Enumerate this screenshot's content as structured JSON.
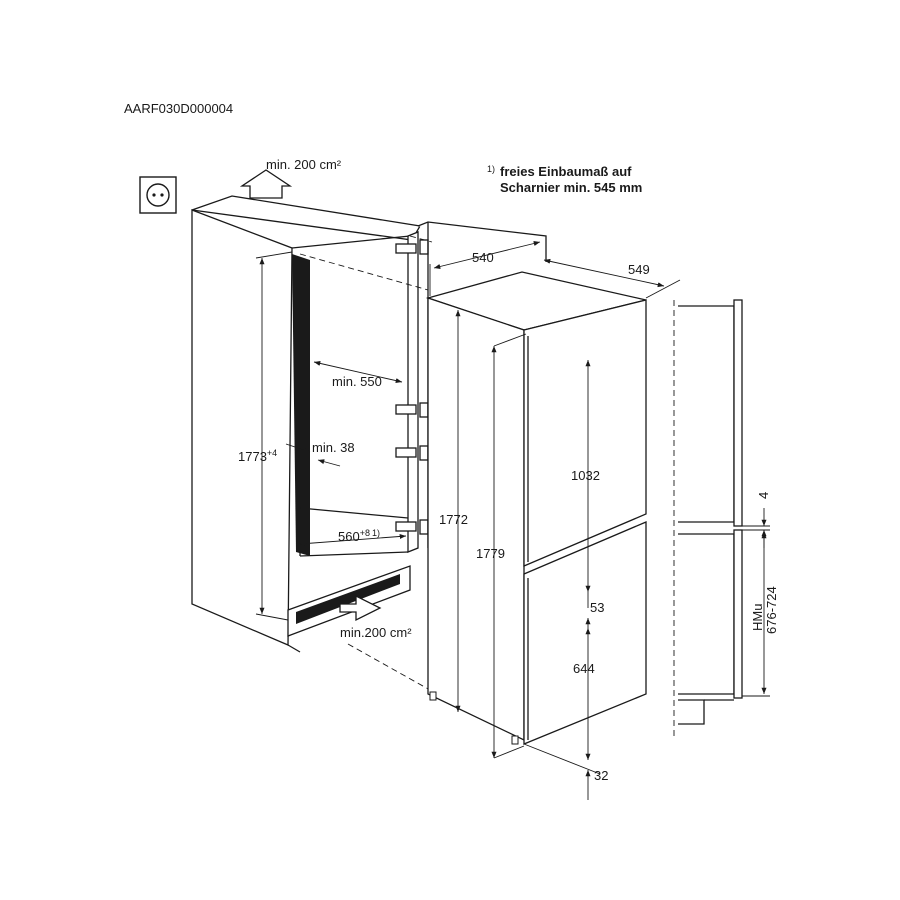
{
  "figure": {
    "code": "AARF030D000004",
    "footnote": {
      "marker": "1)",
      "line1": "freies Einbaumaß auf",
      "line2": "Scharnier min. 545 mm"
    },
    "ventilation_top": "min. 200 cm²",
    "ventilation_bottom": "min.200 cm²"
  },
  "dimensions": {
    "niche_height": "1773",
    "niche_height_tol": "+4",
    "niche_depth": "min. 550",
    "side_gap": "min. 38",
    "niche_width": "560",
    "niche_width_tol": "+8",
    "niche_width_note": "1)",
    "appliance_depth": "540",
    "depth_with_door": "549",
    "appliance_height": "1772",
    "height_with_door": "1779",
    "upper_door": "1032",
    "door_gap": "53",
    "lower_door": "644",
    "bottom_offset": "32",
    "furniture_gap": "4",
    "furniture_door_label": "HMu",
    "furniture_door_range": "676-724"
  }
}
